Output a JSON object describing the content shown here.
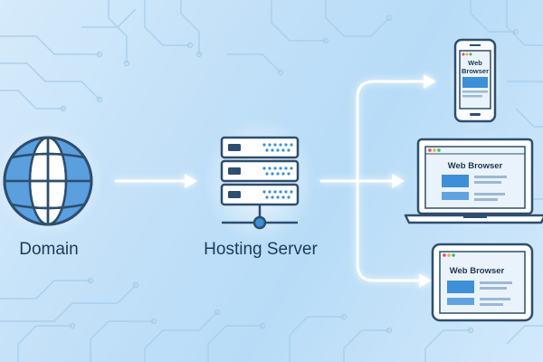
{
  "labels": {
    "domain": "Domain",
    "hosting": "Hosting Server"
  },
  "devices": {
    "phone": {
      "line1": "Web",
      "line2": "Browser"
    },
    "laptop": "Web Browser",
    "tablet": "Web Browser"
  },
  "colors": {
    "accent": "#3d8fd8",
    "outline": "#2e4e6f",
    "glow": "#ffffff",
    "label": "#1c3a5a"
  },
  "icons": [
    "globe-icon",
    "server-icon",
    "phone-icon",
    "laptop-icon",
    "tablet-icon"
  ]
}
